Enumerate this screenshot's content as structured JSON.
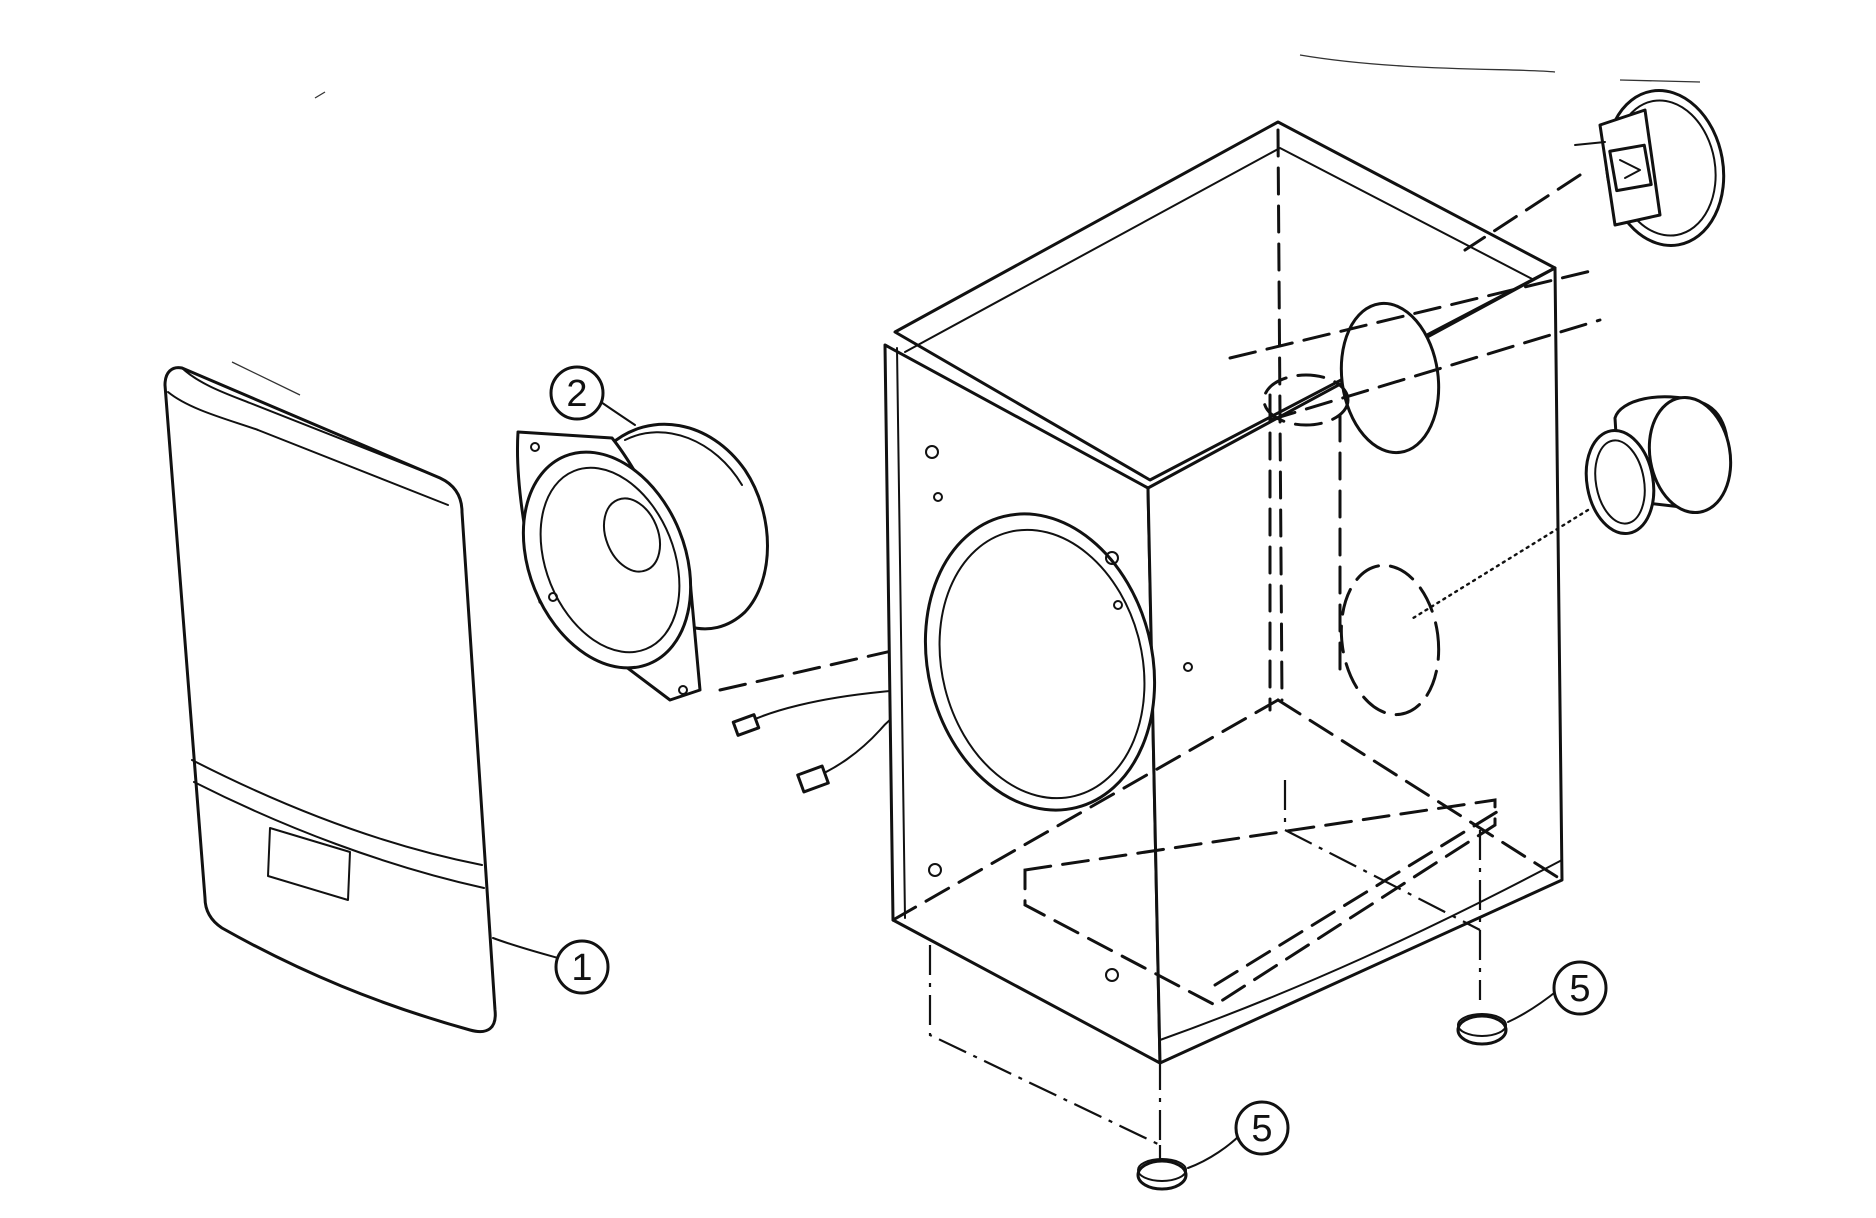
{
  "callouts": {
    "front_grille": "1",
    "woofer": "2",
    "foot_right": "5",
    "foot_left": "5"
  }
}
